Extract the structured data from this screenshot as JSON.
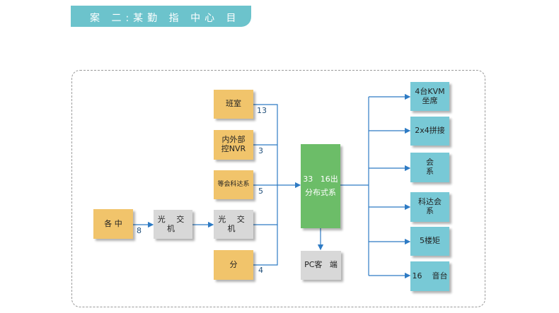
{
  "header": {
    "title": "案 二:某勤 指 中心 目"
  },
  "diagram": {
    "sources": [
      {
        "id": "banshi",
        "label": "班室",
        "count": "13"
      },
      {
        "id": "nvr",
        "label": "内外部\n控NVR",
        "count": "3"
      },
      {
        "id": "keda",
        "label": "等会科达系",
        "count": "5"
      },
      {
        "id": "switch2",
        "label": "光 交 机",
        "count": ""
      },
      {
        "id": "fen",
        "label": "分",
        "count": "4"
      }
    ],
    "front": [
      {
        "id": "gezhong",
        "label": "各 中",
        "count": "8"
      },
      {
        "id": "switch1",
        "label": "光 交 机"
      }
    ],
    "hub": {
      "title": "33   16出",
      "subtitle": "分布式系"
    },
    "client": {
      "label": "PC客   端"
    },
    "outputs": [
      {
        "id": "kvm",
        "label": "4台KVM\n坐席"
      },
      {
        "id": "splice",
        "label": "2x4拼接"
      },
      {
        "id": "hui",
        "label": "会\n系"
      },
      {
        "id": "kedahui",
        "label": "科达会\n系"
      },
      {
        "id": "matrix",
        "label": "5楼矩"
      },
      {
        "id": "audio",
        "label": "16    音台"
      }
    ]
  },
  "colors": {
    "banner": "#6cc3cc",
    "source": "#f1c46b",
    "switch": "#d8d8d8",
    "hub": "#6cbd68",
    "output": "#78c9d6",
    "line": "#2e7bc4"
  }
}
